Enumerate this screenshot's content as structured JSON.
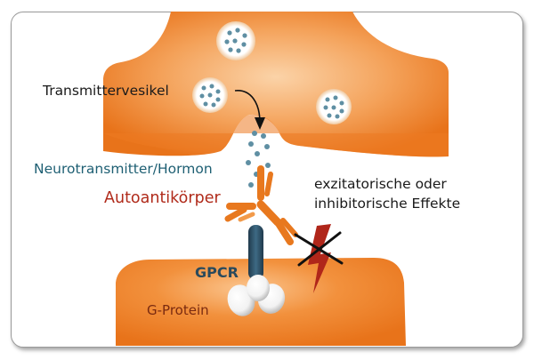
{
  "labels": {
    "vesicle": "Transmittervesikel",
    "neurotransmitter": "Neurotransmitter/Hormon",
    "autoantibody": "Autoantikörper",
    "effects_line1": "exzitatorische oder",
    "effects_line2": "inhibitorische Effekte",
    "receptor": "GPCR",
    "g_protein": "G-Protein"
  },
  "colors": {
    "neuron_orange": "#ee7c1f",
    "neuron_highlight": "#fbd3a8",
    "vesicle_dot": "#5f8fa3",
    "receptor_blue": "#2e4d63",
    "antibody_orange": "#e8781e",
    "inhibit_red": "#b0261a",
    "text_teal": "#1e5f73",
    "text_red": "#b02a1a"
  },
  "icons": {
    "arrow": "curved-arrow-icon",
    "blocked": "cross-icon",
    "signal": "lightning-bolt-icon"
  }
}
